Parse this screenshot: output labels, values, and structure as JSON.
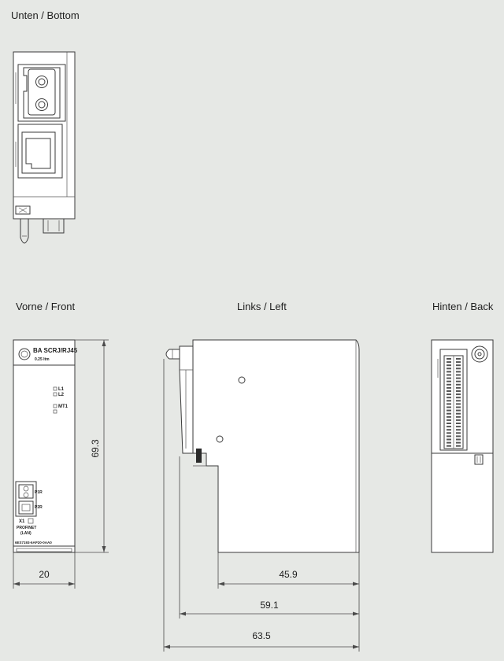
{
  "views": {
    "bottom": "Unten / Bottom",
    "front": "Vorne / Front",
    "left": "Links / Left",
    "back": "Hinten / Back"
  },
  "dimensions": {
    "front_height": "69.3",
    "front_width": "20",
    "depth_1": "45.9",
    "depth_2": "59.1",
    "depth_3": "63.5"
  },
  "front_labels": {
    "module_name": "BA SCRJ/RJ45",
    "module_sub": "0.25 ltm",
    "led_1": "L1",
    "led_2": "L2",
    "led_3": "MT1",
    "port_1": "P1R",
    "port_2": "P2R",
    "x1": "X1",
    "profinet": "PROFINET",
    "lan": "(LAN)",
    "order_no": "6ES7193-6AP20-0AA0"
  },
  "colors": {
    "background": "#e6e8e5",
    "line": "#3a3a3a",
    "body": "#ffffff"
  }
}
